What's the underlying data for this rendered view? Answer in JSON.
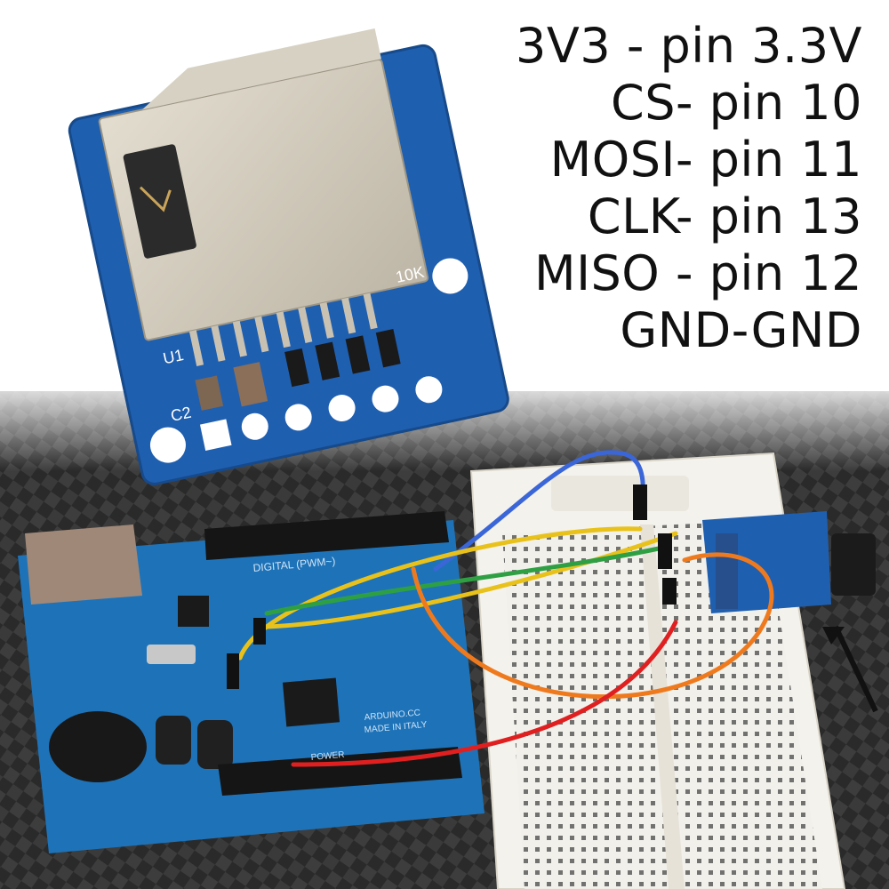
{
  "pinout": {
    "lines": [
      "3V3 - pin 3.3V",
      "CS- pin 10",
      "MOSI- pin 11",
      "CLK- pin 13",
      "MISO - pin 12",
      "GND-GND"
    ]
  },
  "module": {
    "silkscreen": {
      "u1": "U1",
      "c2": "C2",
      "r10k": "10K"
    }
  },
  "arduino": {
    "digital_label": "DIGITAL (PWM~)",
    "brand_text": "ARDUINO.CC",
    "made_in": "MADE IN ITALY",
    "power_label": "POWER"
  },
  "colors": {
    "pcb_blue": "#1f5fb0",
    "wire_blue": "#3a66d8",
    "wire_yellow": "#e8c21a",
    "wire_green": "#2ea043",
    "wire_orange": "#ef7a1e",
    "wire_red": "#e02020"
  }
}
